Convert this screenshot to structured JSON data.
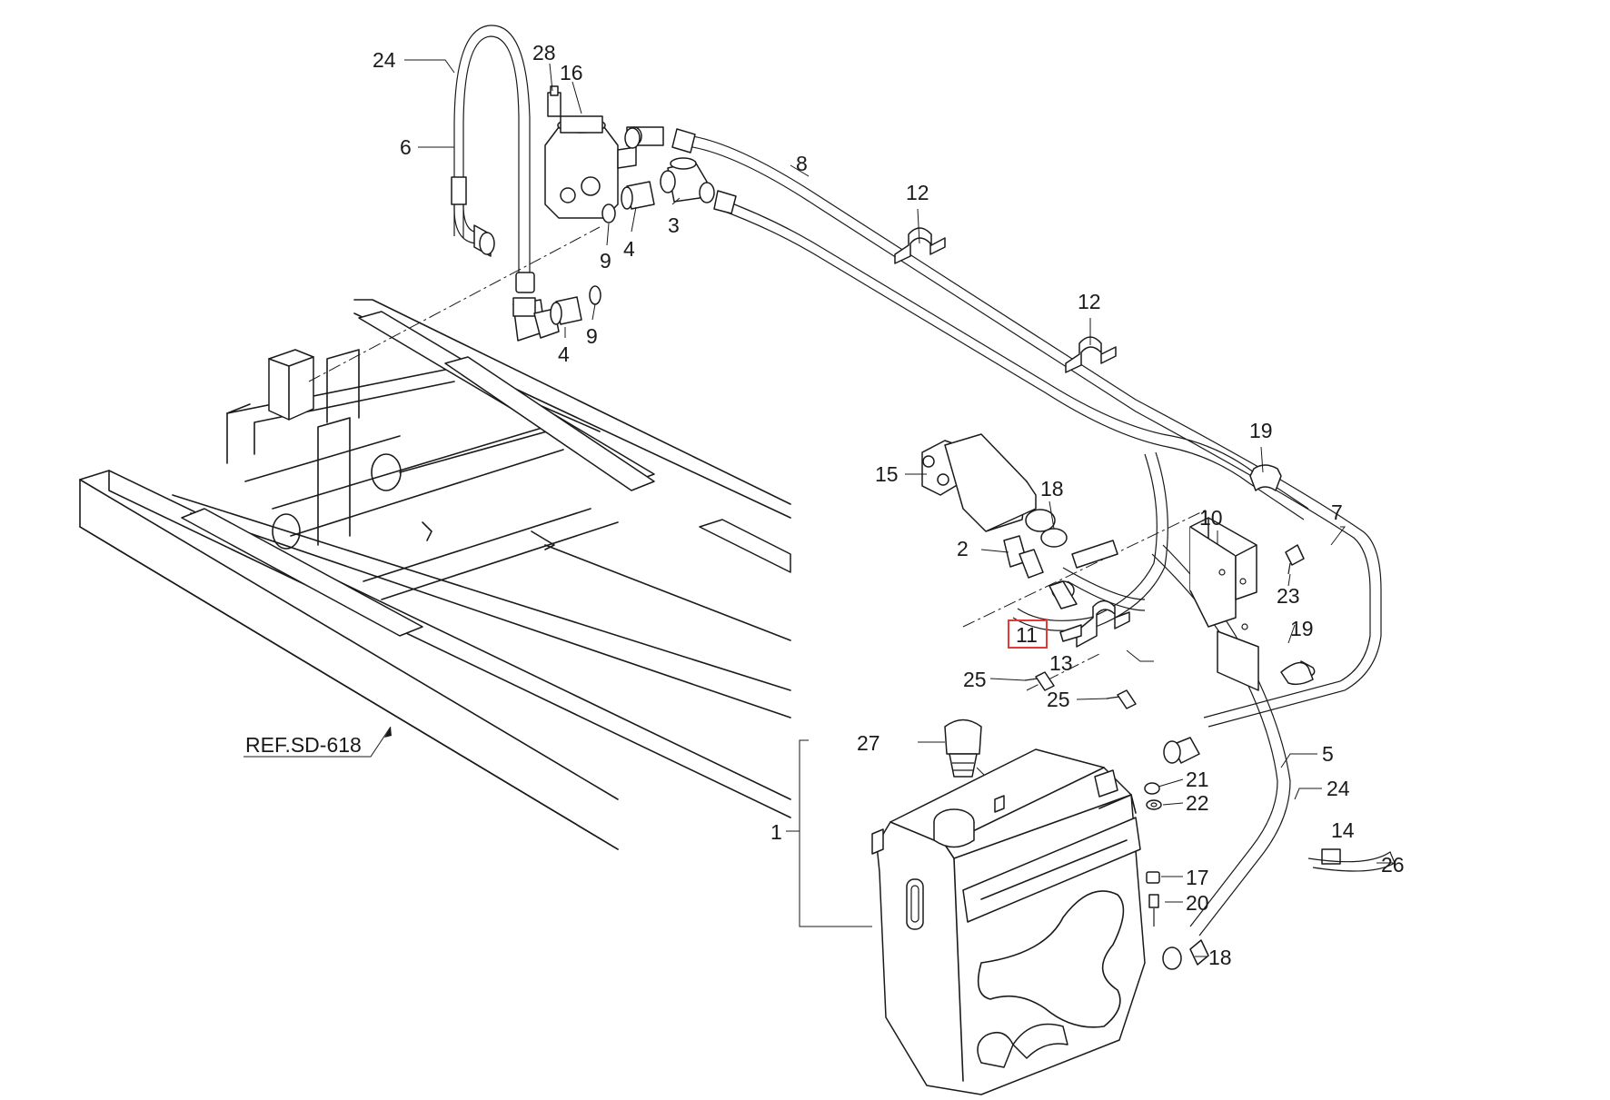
{
  "diagram": {
    "ref_label": "REF.SD-618",
    "highlight_color": "#e53935",
    "highlighted_callout": "11",
    "callouts": {
      "c24a": "24",
      "c28": "28",
      "c16": "16",
      "c6": "6",
      "c8": "8",
      "c12a": "12",
      "c3": "3",
      "c4a": "4",
      "c9a": "9",
      "c9b": "9",
      "c4b": "4",
      "c12b": "12",
      "c19a": "19",
      "c15": "15",
      "c18a": "18",
      "c10": "10",
      "c7": "7",
      "c2": "2",
      "c23": "23",
      "c11": "11",
      "c19b": "19",
      "c13": "13",
      "c25a": "25",
      "c25b": "25",
      "c27": "27",
      "c21": "21",
      "c22": "22",
      "c5": "5",
      "c24b": "24",
      "c14": "14",
      "c26": "26",
      "c1": "1",
      "c17": "17",
      "c20": "20",
      "c18b": "18"
    }
  }
}
